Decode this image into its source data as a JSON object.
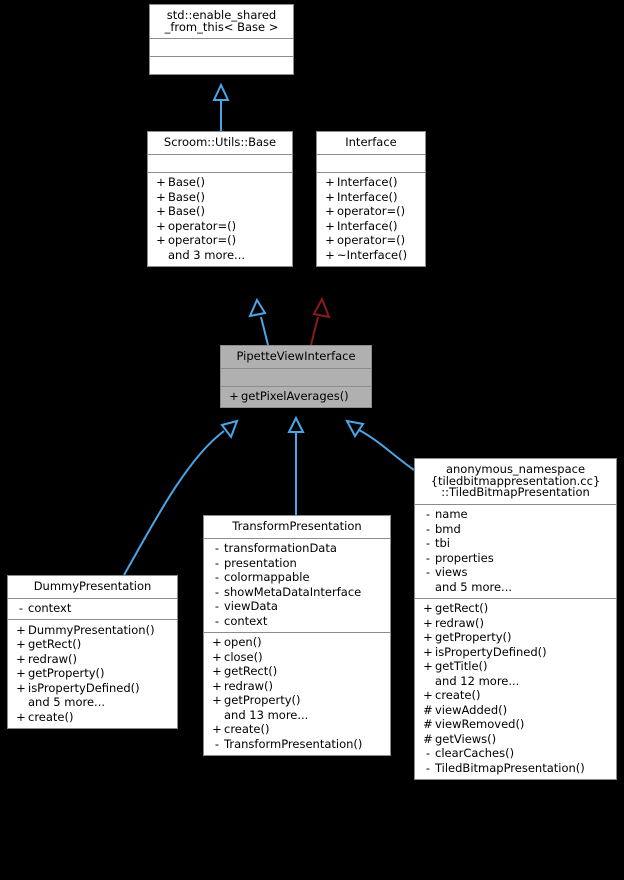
{
  "diagram": {
    "type": "uml-class-inheritance",
    "background_color": "#000000",
    "node_fill": "#ffffff",
    "highlight_fill": "#b0b0b0",
    "border_color": "#8c8c8c",
    "edge_colors": {
      "inheritance_blue": "#4ba6e8",
      "inheritance_red": "#8b1a1a"
    }
  },
  "nodes": {
    "enable_shared": {
      "title": "std::enable_shared\n_from_this< Base >",
      "attributes": [],
      "operations": []
    },
    "base": {
      "title": "Scroom::Utils::Base",
      "attributes": [],
      "operations": [
        {
          "vis": "+",
          "name": "Base()"
        },
        {
          "vis": "+",
          "name": "Base()"
        },
        {
          "vis": "+",
          "name": "Base()"
        },
        {
          "vis": "+",
          "name": "operator=()"
        },
        {
          "vis": "+",
          "name": "operator=()"
        },
        {
          "vis": "",
          "name": "and 3 more..."
        }
      ]
    },
    "interface": {
      "title": "Interface",
      "attributes": [],
      "operations": [
        {
          "vis": "+",
          "name": "Interface()"
        },
        {
          "vis": "+",
          "name": "Interface()"
        },
        {
          "vis": "+",
          "name": "operator=()"
        },
        {
          "vis": "+",
          "name": "Interface()"
        },
        {
          "vis": "+",
          "name": "operator=()"
        },
        {
          "vis": "+",
          "name": "~Interface()"
        }
      ]
    },
    "pipette": {
      "title": "PipetteViewInterface",
      "attributes": [],
      "operations": [
        {
          "vis": "+",
          "name": "getPixelAverages()"
        }
      ]
    },
    "dummy": {
      "title": "DummyPresentation",
      "attributes": [
        {
          "vis": "-",
          "name": "context"
        }
      ],
      "operations": [
        {
          "vis": "+",
          "name": "DummyPresentation()"
        },
        {
          "vis": "+",
          "name": "getRect()"
        },
        {
          "vis": "+",
          "name": "redraw()"
        },
        {
          "vis": "+",
          "name": "getProperty()"
        },
        {
          "vis": "+",
          "name": "isPropertyDefined()"
        },
        {
          "vis": "",
          "name": "and 5 more..."
        },
        {
          "vis": "+",
          "name": "create()"
        }
      ]
    },
    "transform": {
      "title": "TransformPresentation",
      "attributes": [
        {
          "vis": "-",
          "name": "transformationData"
        },
        {
          "vis": "-",
          "name": "presentation"
        },
        {
          "vis": "-",
          "name": "colormappable"
        },
        {
          "vis": "-",
          "name": "showMetaDataInterface"
        },
        {
          "vis": "-",
          "name": "viewData"
        },
        {
          "vis": "-",
          "name": "context"
        }
      ],
      "operations": [
        {
          "vis": "+",
          "name": "open()"
        },
        {
          "vis": "+",
          "name": "close()"
        },
        {
          "vis": "+",
          "name": "getRect()"
        },
        {
          "vis": "+",
          "name": "redraw()"
        },
        {
          "vis": "+",
          "name": "getProperty()"
        },
        {
          "vis": "",
          "name": "and 13 more..."
        },
        {
          "vis": "+",
          "name": "create()"
        },
        {
          "vis": "-",
          "name": "TransformPresentation()"
        }
      ]
    },
    "tiled": {
      "title": "anonymous_namespace\n{tiledbitmappresentation.cc}\n::TiledBitmapPresentation",
      "attributes": [
        {
          "vis": "-",
          "name": "name"
        },
        {
          "vis": "-",
          "name": "bmd"
        },
        {
          "vis": "-",
          "name": "tbi"
        },
        {
          "vis": "-",
          "name": "properties"
        },
        {
          "vis": "-",
          "name": "views"
        },
        {
          "vis": "",
          "name": "and 5 more..."
        }
      ],
      "operations": [
        {
          "vis": "+",
          "name": "getRect()"
        },
        {
          "vis": "+",
          "name": "redraw()"
        },
        {
          "vis": "+",
          "name": "getProperty()"
        },
        {
          "vis": "+",
          "name": "isPropertyDefined()"
        },
        {
          "vis": "+",
          "name": "getTitle()"
        },
        {
          "vis": "",
          "name": "and 12 more..."
        },
        {
          "vis": "+",
          "name": "create()"
        },
        {
          "vis": "#",
          "name": "viewAdded()"
        },
        {
          "vis": "#",
          "name": "viewRemoved()"
        },
        {
          "vis": "#",
          "name": "getViews()"
        },
        {
          "vis": "-",
          "name": "clearCaches()"
        },
        {
          "vis": "-",
          "name": "TiledBitmapPresentation()"
        }
      ]
    }
  },
  "edges": [
    {
      "from": "base",
      "to": "enable_shared",
      "kind": "inheritance",
      "color": "#4ba6e8"
    },
    {
      "from": "pipette",
      "to": "base",
      "kind": "inheritance",
      "color": "#4ba6e8"
    },
    {
      "from": "pipette",
      "to": "interface",
      "kind": "inheritance",
      "color": "#8b1a1a"
    },
    {
      "from": "dummy",
      "to": "pipette",
      "kind": "inheritance",
      "color": "#4ba6e8"
    },
    {
      "from": "transform",
      "to": "pipette",
      "kind": "inheritance",
      "color": "#4ba6e8"
    },
    {
      "from": "tiled",
      "to": "pipette",
      "kind": "inheritance",
      "color": "#4ba6e8"
    }
  ]
}
